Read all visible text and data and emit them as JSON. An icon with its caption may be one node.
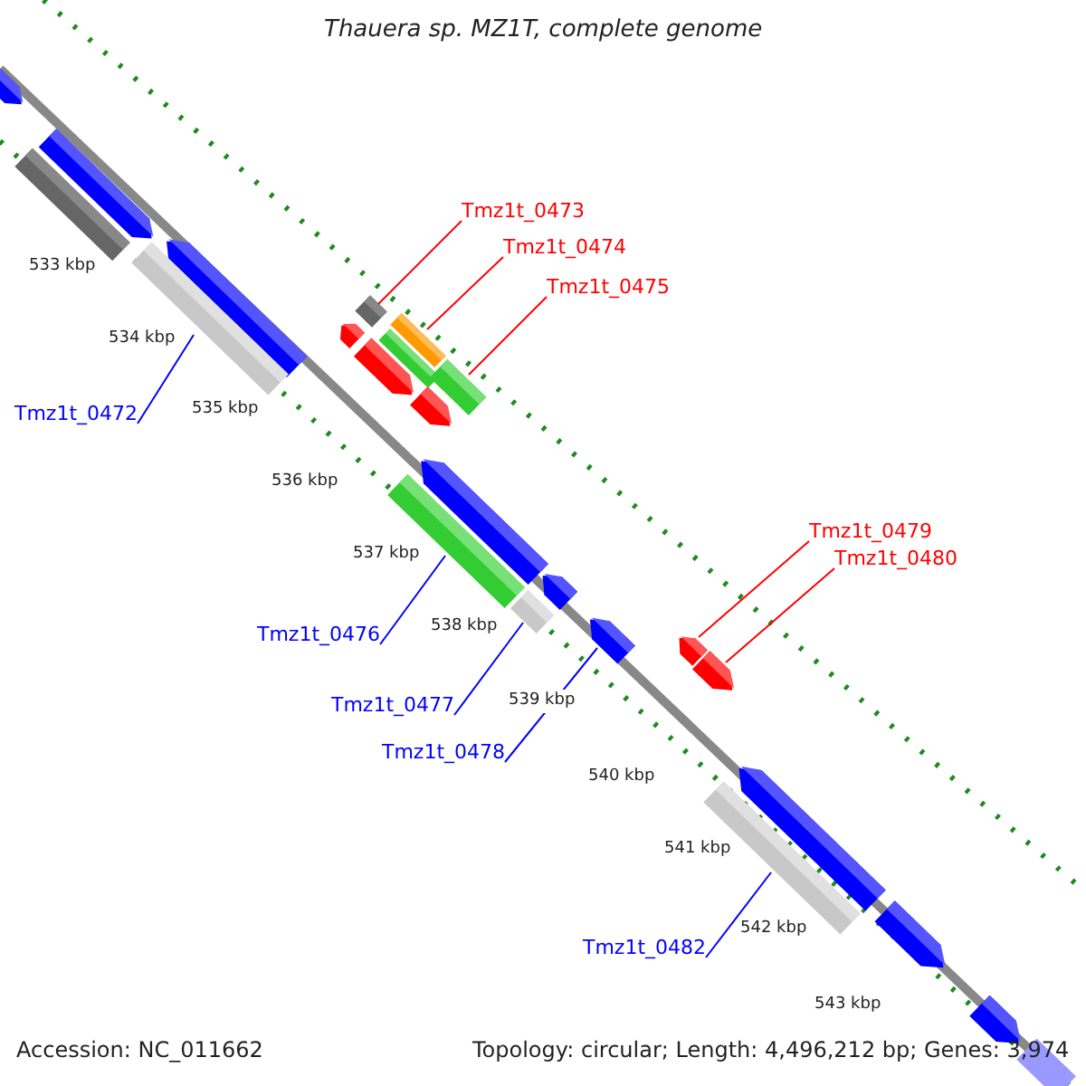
{
  "diagram": {
    "title": "Thauera sp. MZ1T, complete genome",
    "nodes": [
      {
        "text": [],
        "shape": "arrow"
      },
      {
        "text": [],
        "shape": "arrow"
      },
      {
        "text": [],
        "shape": "bar"
      },
      {
        "text": [
          "Tmz1t_0473"
        ]
      },
      {
        "text": [
          "Tmz1t_0474"
        ]
      },
      {
        "text": [
          "Tmz1t_0475"
        ]
      },
      {
        "text": [],
        "shape": "arrow"
      },
      {
        "text": [],
        "shape": "bar"
      },
      {
        "text": [],
        "shape": "bar"
      },
      {
        "text": [],
        "shape": "arrow"
      },
      {
        "text": [],
        "shape": "bar"
      },
      {
        "text": [],
        "shape": "bar"
      },
      {
        "text": [],
        "shape": "arrow"
      },
      {
        "text": [],
        "shape": "bar"
      },
      {
        "text": [
          "Tmz1t_0472"
        ]
      },
      {
        "text": [],
        "shape": "arrow"
      },
      {
        "text": [],
        "shape": "arrow"
      },
      {
        "text": [
          "Tmz1t_0479"
        ]
      },
      {
        "text": [],
        "shape": "bar"
      },
      {
        "text": [
          "Tmz1t_0480"
        ]
      },
      {
        "text": [],
        "shape": "arrow"
      },
      {
        "text": [],
        "shape": "bar"
      },
      {
        "text": [
          "Tmz1t_0476"
        ]
      },
      {
        "text": [],
        "shape": "arrow"
      },
      {
        "text": [],
        "shape": "arrow"
      },
      {
        "text": [],
        "shape": "arrow"
      },
      {
        "text": [
          "Tmz1t_0477"
        ]
      },
      {
        "text": [
          "Tmz1t_0478"
        ]
      },
      {
        "text": [],
        "shape": "arrow"
      },
      {
        "text": [],
        "shape": "bar"
      },
      {
        "text": [],
        "shape": "arrow"
      },
      {
        "text": [
          "Tmz1t_0482"
        ]
      },
      {
        "text": [],
        "shape": "arrow"
      },
      {
        "text": [],
        "shape": "bar"
      }
    ],
    "edges": [
      {
        "from": 3,
        "to": 7,
        "arrow": "none",
        "color": "#ff0000"
      },
      {
        "from": 4,
        "to": 10,
        "arrow": "none",
        "color": "#ff0000"
      },
      {
        "from": 5,
        "to": 13,
        "arrow": "none",
        "color": "#ff0000"
      },
      {
        "from": 14,
        "to": 8,
        "arrow": "none",
        "color": "#0000ff"
      },
      {
        "from": 17,
        "to": 24,
        "arrow": "none",
        "color": "#ff0000"
      },
      {
        "from": 19,
        "to": 25,
        "arrow": "none",
        "color": "#ff0000"
      },
      {
        "from": 22,
        "to": 18,
        "arrow": "none",
        "color": "#0000ff"
      },
      {
        "from": 26,
        "to": 21,
        "arrow": "none",
        "color": "#0000ff"
      },
      {
        "from": 27,
        "to": 23,
        "arrow": "none",
        "color": "#0000ff"
      },
      {
        "from": 31,
        "to": 29,
        "arrow": "none",
        "color": "#0000ff"
      }
    ],
    "labels": [
      "533 kbp",
      "534 kbp",
      "535 kbp",
      "536 kbp",
      "537 kbp",
      "538 kbp",
      "539 kbp",
      "540 kbp",
      "541 kbp",
      "542 kbp",
      "543 kbp",
      "Accession: NC_011662",
      "Topology: circular; Length: 4,496,212 bp; Genes: 3,974"
    ]
  }
}
